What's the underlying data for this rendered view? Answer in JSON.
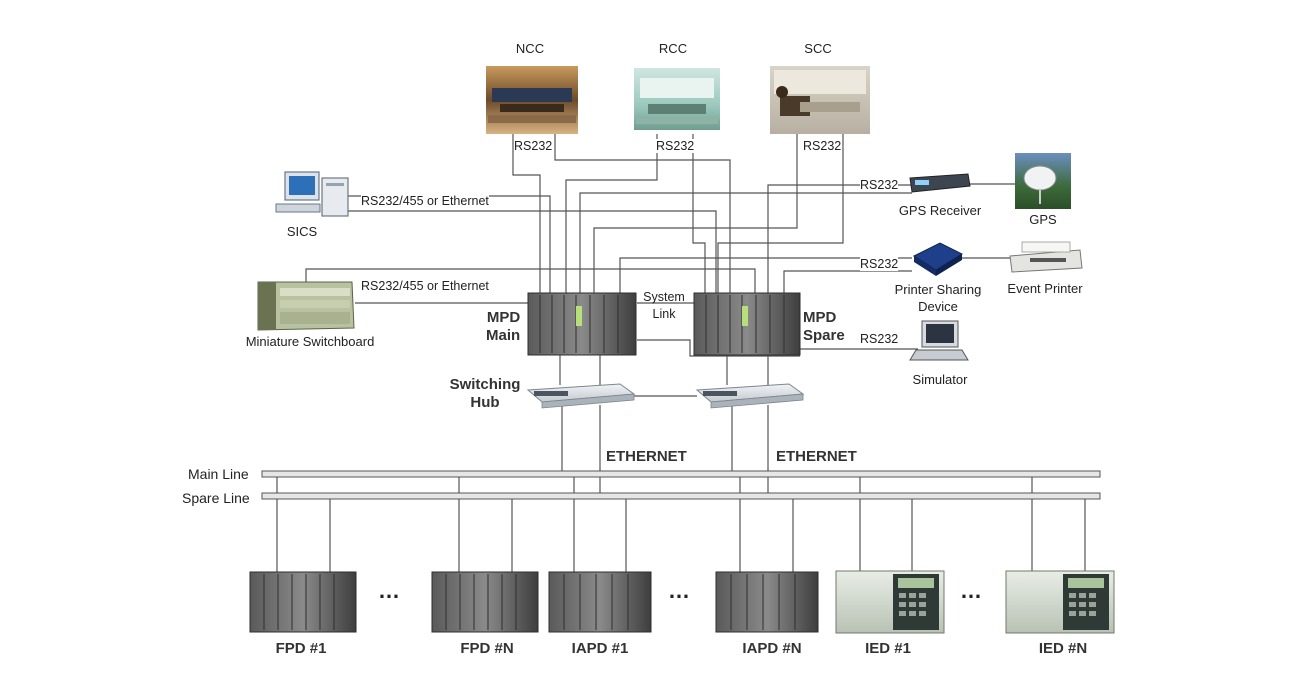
{
  "centers": {
    "ncc": "NCC",
    "rcc": "RCC",
    "scc": "SCC"
  },
  "links": {
    "rs232": "RS232",
    "rs232_455_eth": "RS232/455 or Ethernet",
    "system_link": "System\nLink",
    "ethernet": "ETHERNET"
  },
  "devices": {
    "sics": "SICS",
    "miniature_switchboard": "Miniature Switchboard",
    "gps_receiver": "GPS Receiver",
    "gps": "GPS",
    "printer_sharing": "Printer Sharing\nDevice",
    "event_printer": "Event Printer",
    "simulator": "Simulator",
    "mpd_main": "MPD\nMain",
    "mpd_spare": "MPD\nSpare",
    "switching_hub": "Switching\nHub"
  },
  "buses": {
    "main_line": "Main Line",
    "spare_line": "Spare Line"
  },
  "field": {
    "fpd1": "FPD #1",
    "fpdn": "FPD #N",
    "iapd1": "IAPD #1",
    "iapdn": "IAPD #N",
    "ied1": "IED #1",
    "iedn": "IED #N",
    "ellipsis": "…"
  },
  "colors": {
    "line": "#555555",
    "bus_fill": "#e6e6e6",
    "rack_dark": "#4a4a4a",
    "ied_panel": "#cfd8cc"
  }
}
